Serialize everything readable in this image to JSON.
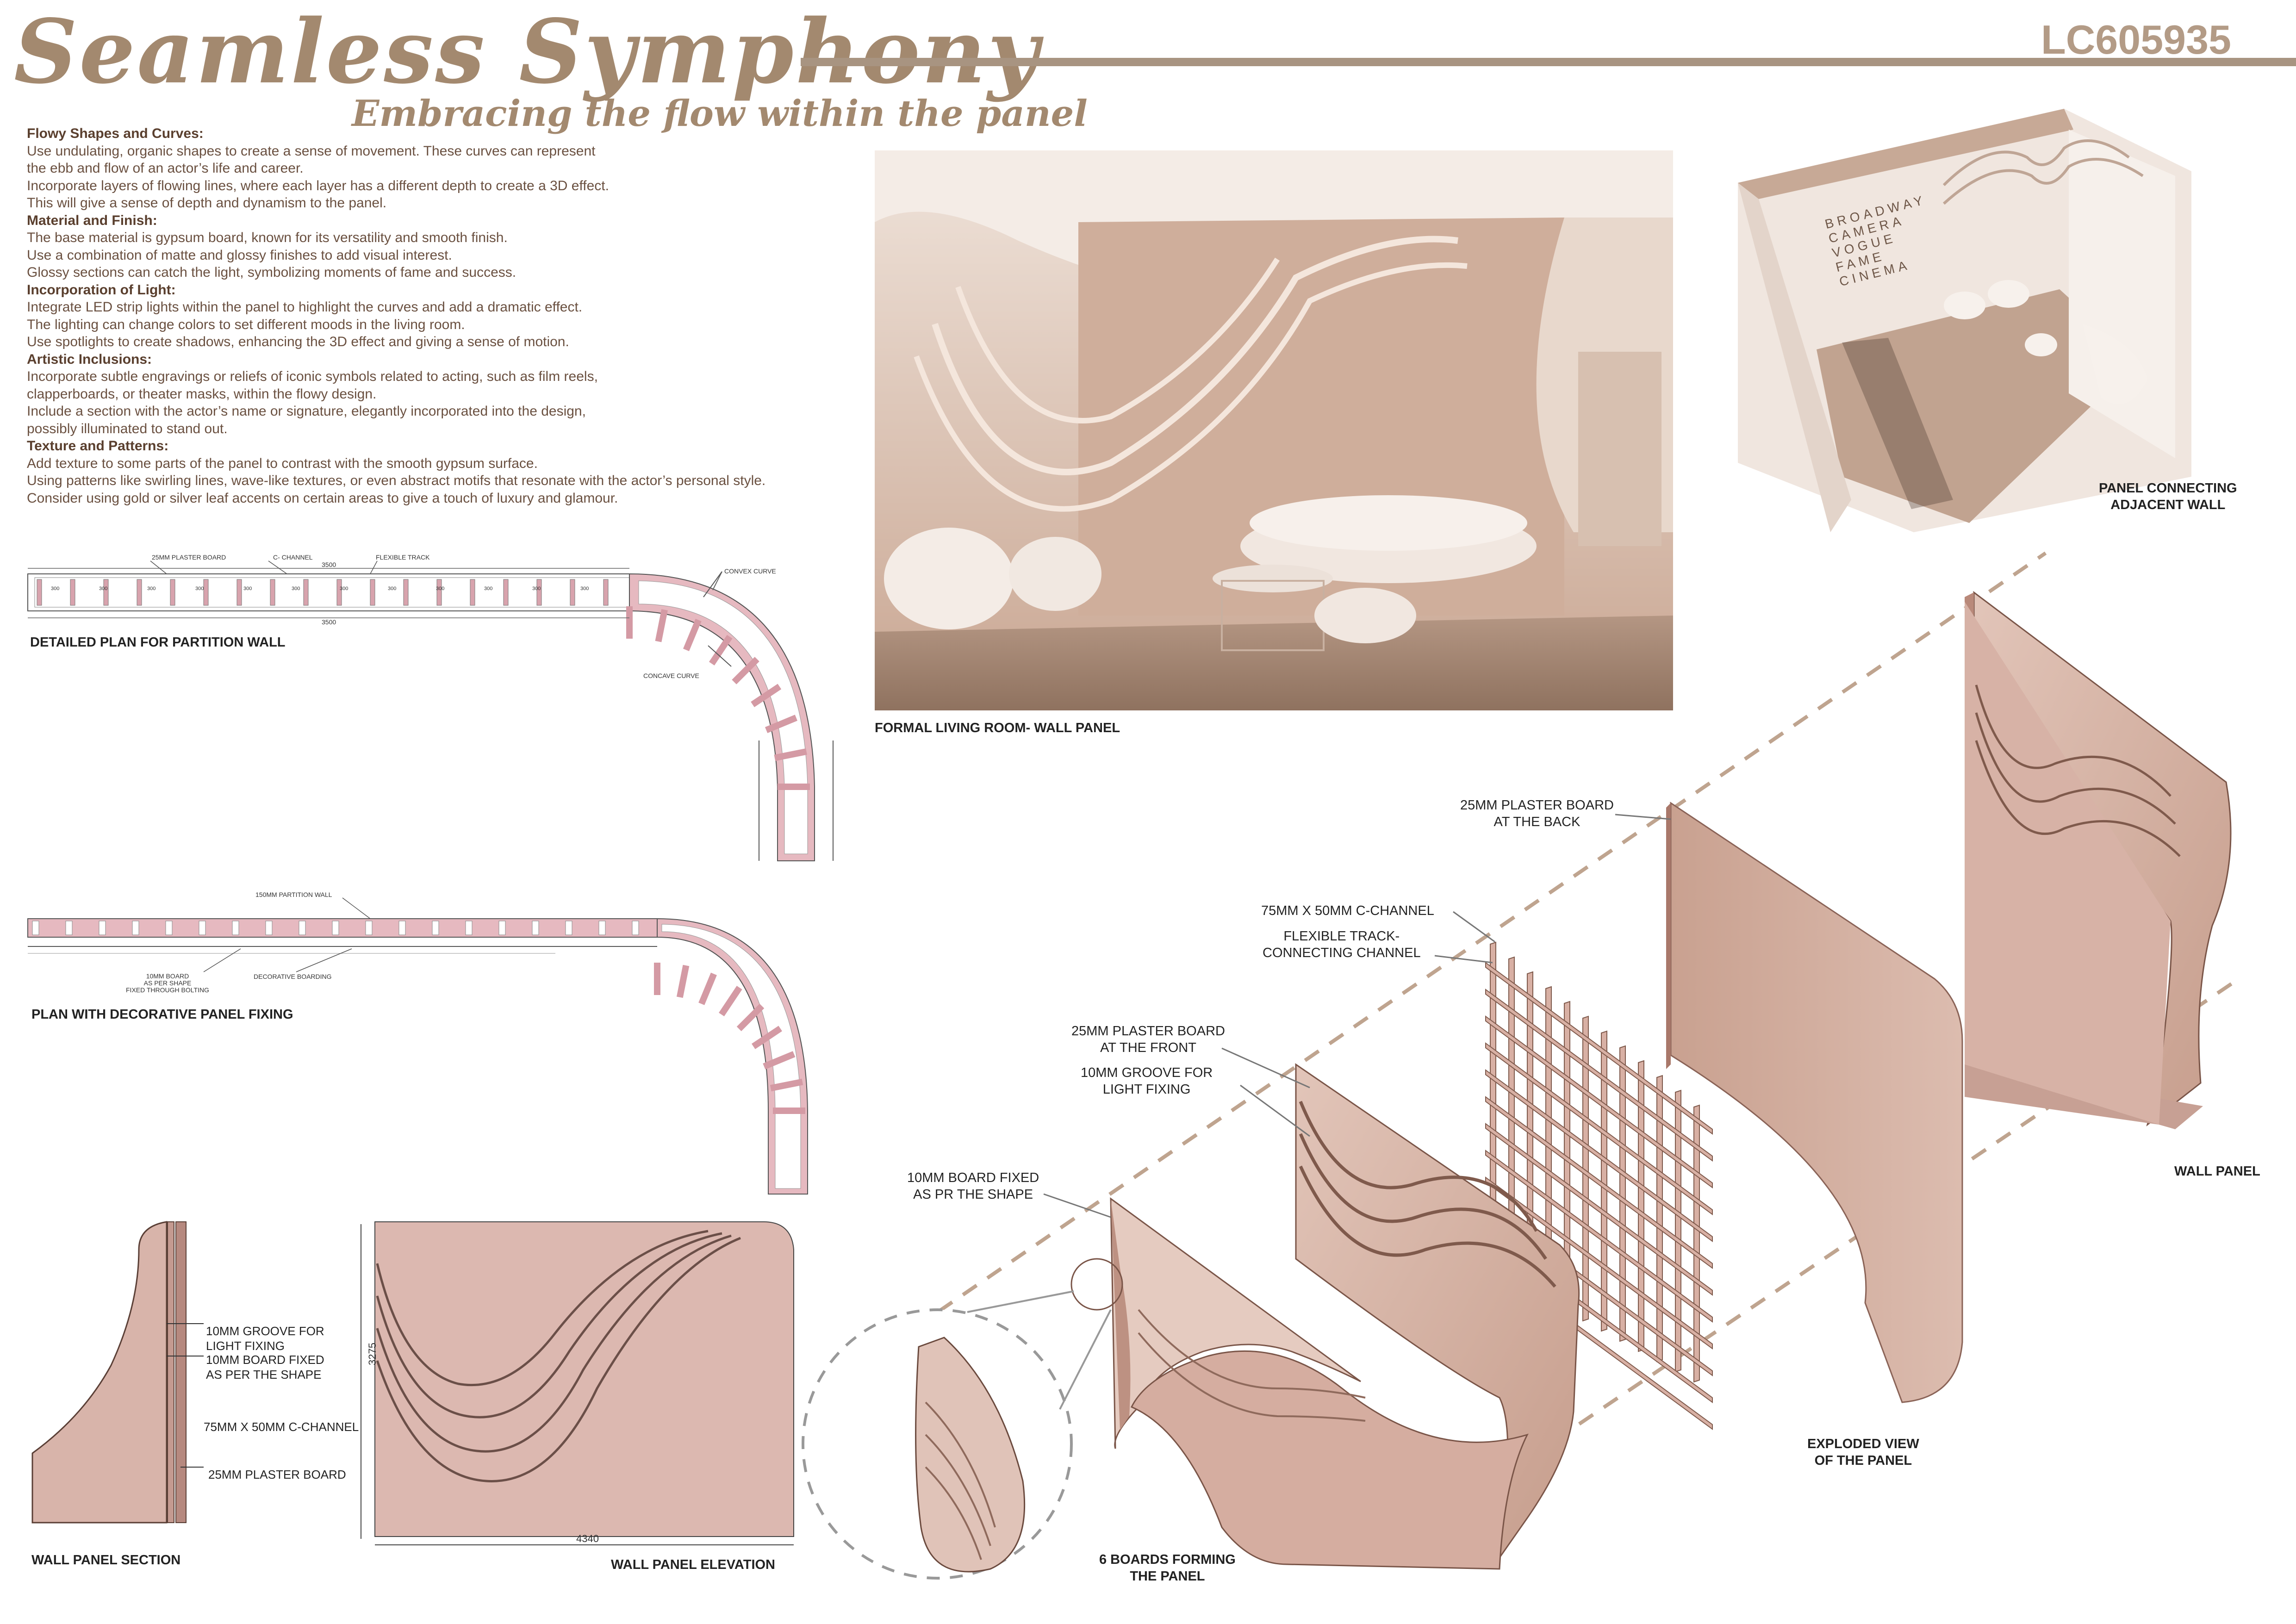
{
  "header": {
    "title": "Seamless Symphony",
    "subtitle": "Embracing the flow within the panel",
    "code": "LC605935"
  },
  "brief": [
    {
      "heading": "Flowy Shapes and Curves:",
      "lines": [
        "Use undulating, organic shapes to create a sense of movement. These curves can represent",
        "the ebb and flow of an actor’s life and career.",
        "Incorporate layers of flowing lines, where each layer has a different depth to create a 3D effect.",
        "This will give a sense of depth and dynamism to the panel."
      ]
    },
    {
      "heading": "Material and Finish:",
      "lines": [
        "The base material is gypsum board, known for its versatility and smooth finish.",
        "Use a combination of matte and glossy finishes to add visual interest.",
        "Glossy sections can catch the light, symbolizing moments of fame and success."
      ]
    },
    {
      "heading": "Incorporation of Light:",
      "lines": [
        "Integrate LED strip lights within the panel to highlight the curves and add a dramatic effect.",
        "The lighting can change colors to set different moods in the living room.",
        "Use spotlights to create shadows, enhancing the 3D effect and giving a sense of motion."
      ]
    },
    {
      "heading": "Artistic Inclusions:",
      "lines": [
        "Incorporate subtle engravings or reliefs of iconic symbols related to acting, such as film reels,",
        "clapperboards, or theater masks, within the flowy design.",
        "Include a section with the actor’s name or signature, elegantly incorporated into the design,",
        "possibly illuminated to stand out."
      ]
    },
    {
      "heading": "Texture and Patterns:",
      "lines": [
        "Add texture to some parts of the panel to contrast with the smooth gypsum surface.",
        "Using patterns like swirling lines, wave-like textures, or even abstract motifs that resonate with the actor’s personal style.",
        "Consider using gold or silver leaf accents on certain areas to give a touch of luxury and glamour."
      ]
    }
  ],
  "plan1": {
    "label": "DETAILED PLAN FOR PARTITION WALL",
    "notes": {
      "plaster": "25MM PLASTER BOARD",
      "channel": "C- CHANNEL",
      "track": "FLEXIBLE TRACK",
      "convex": "CONVEX CURVE",
      "concave": "CONCAVE CURVE",
      "dim_top": "3500",
      "dim_bottom": "3500"
    },
    "dims_300": [
      "300",
      "300",
      "300",
      "300",
      "300",
      "300",
      "300",
      "300",
      "300",
      "300",
      "300",
      "300"
    ]
  },
  "plan2": {
    "label": "PLAN WITH DECORATIVE PANEL FIXING",
    "notes": {
      "partition": "150MM PARTITION WALL",
      "board": "10MM BOARD\nAS PER SHAPE\nFIXED THROUGH BOLTING",
      "decorative": "DECORATIVE BOARDING"
    }
  },
  "section": {
    "label": "WALL PANEL SECTION",
    "notes": {
      "groove": "10MM GROOVE FOR\nLIGHT FIXING",
      "board": "10MM BOARD FIXED\nAS PER THE SHAPE",
      "channel": "75MM X 50MM C-CHANNEL",
      "plaster": "25MM PLASTER BOARD"
    }
  },
  "elevation": {
    "label": "WALL PANEL ELEVATION",
    "height": "3275",
    "width": "4340"
  },
  "render_living": {
    "label": "FORMAL LIVING ROOM- WALL PANEL"
  },
  "render_adjacent": {
    "label": "PANEL CONNECTING\nADJACENT WALL",
    "wall_words": [
      "BROADWAY",
      "CAMERA",
      "VOGUE",
      "FAME",
      "CINEMA"
    ]
  },
  "exploded": {
    "label": "EXPLODED VIEW\nOF THE PANEL",
    "notes": {
      "back": "25MM PLASTER BOARD\nAT THE BACK",
      "channel": "75MM X 50MM C-CHANNEL",
      "track": "FLEXIBLE TRACK-\nCONNECTING CHANNEL",
      "front": "25MM PLASTER BOARD\nAT THE FRONT",
      "groove": "10MM GROOVE FOR\nLIGHT FIXING",
      "board": "10MM BOARD FIXED\nAS PR THE SHAPE",
      "six": "6 BOARDS FORMING\nTHE PANEL",
      "wall": "WALL PANEL"
    }
  },
  "colors": {
    "title": "#a3896f",
    "bar": "#a89481",
    "panel": "#d9b5a8",
    "panel_dark": "#b48a78",
    "frame_pink": "#d7a8b0",
    "photo_tone": "#d8c0ae"
  }
}
